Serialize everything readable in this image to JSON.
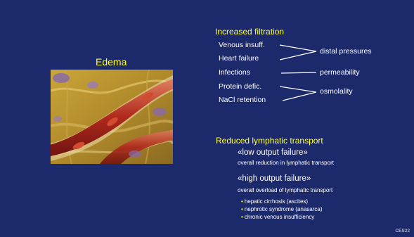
{
  "slide": {
    "title": "Edema",
    "section1": {
      "heading": "Increased filtration",
      "causes": [
        "Venous insuff.",
        "Heart failure",
        "Infections",
        "Protein defic.",
        "NaCl retention"
      ],
      "effects": [
        "distal pressures",
        "permeability",
        "osmolality"
      ]
    },
    "section2": {
      "heading": "Reduced lymphatic transport",
      "low": {
        "title": "«low output failure»",
        "desc": "overall reduction in lymphatic transport"
      },
      "high": {
        "title": "«high output failure»",
        "desc": "overall overload of lymphatic transport"
      },
      "bullets": [
        "hepatic cirrhosis (ascites)",
        "nephrotic syndrome (anasarca)",
        "chronic  venous insufficiency"
      ]
    },
    "slide_code": "CES22",
    "colors": {
      "background": "#1c2a6b",
      "accent": "#ffff33",
      "text": "#ffffff"
    }
  }
}
